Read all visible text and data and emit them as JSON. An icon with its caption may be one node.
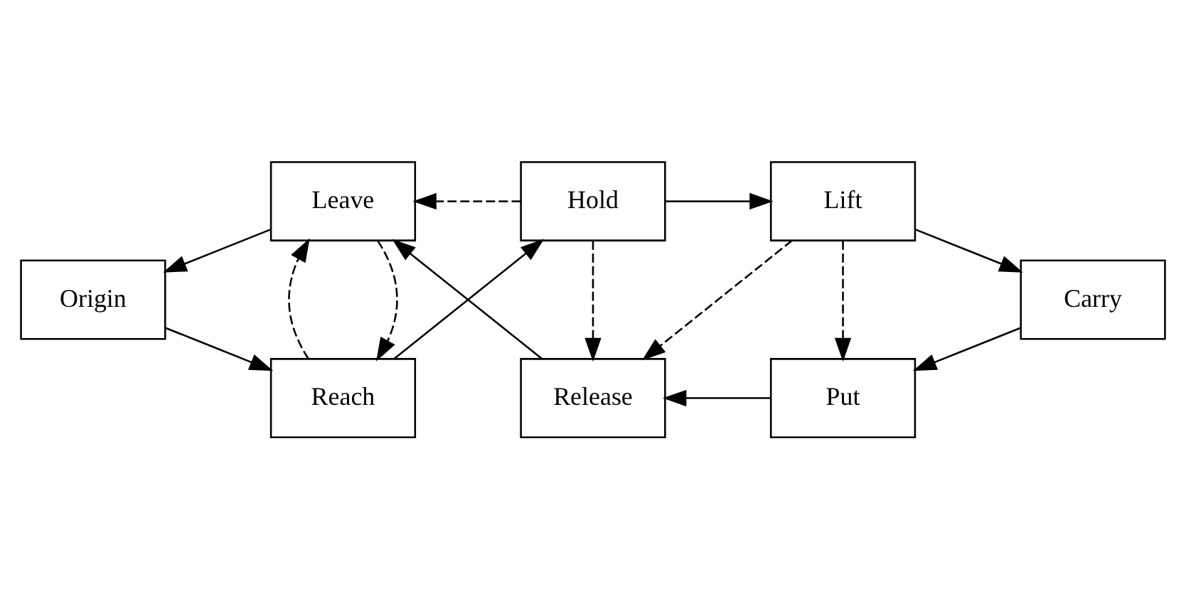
{
  "diagram": {
    "nodes": [
      {
        "text": [
          "Origin"
        ]
      },
      {
        "text": [
          "Reach"
        ]
      },
      {
        "text": [
          "Hold"
        ]
      },
      {
        "text": [
          "Lift"
        ]
      },
      {
        "text": [
          "Carry"
        ]
      },
      {
        "text": [
          "Put"
        ]
      },
      {
        "text": [
          "Release"
        ]
      },
      {
        "text": [
          "Leave"
        ]
      }
    ],
    "edges": [
      {
        "from": 0,
        "to": 1,
        "arrow": "to"
      },
      {
        "from": 1,
        "to": 2,
        "arrow": "to"
      },
      {
        "from": 2,
        "to": 3,
        "arrow": "to"
      },
      {
        "from": 3,
        "to": 4,
        "arrow": "to"
      },
      {
        "from": 4,
        "to": 5,
        "arrow": "to"
      },
      {
        "from": 5,
        "to": 6,
        "arrow": "to"
      },
      {
        "from": 6,
        "to": 7,
        "arrow": "to"
      },
      {
        "from": 7,
        "to": 0,
        "arrow": "to"
      },
      {
        "from": 7,
        "to": 1,
        "arrow": "to",
        "style": "dashed"
      },
      {
        "from": 1,
        "to": 7,
        "arrow": "to",
        "style": "dashed"
      },
      {
        "from": 2,
        "to": 7,
        "arrow": "to",
        "style": "dashed"
      },
      {
        "from": 2,
        "to": 6,
        "arrow": "to",
        "style": "dashed"
      },
      {
        "from": 3,
        "to": 6,
        "arrow": "to",
        "style": "dashed"
      },
      {
        "from": 3,
        "to": 5,
        "arrow": "to",
        "style": "dashed"
      }
    ]
  }
}
